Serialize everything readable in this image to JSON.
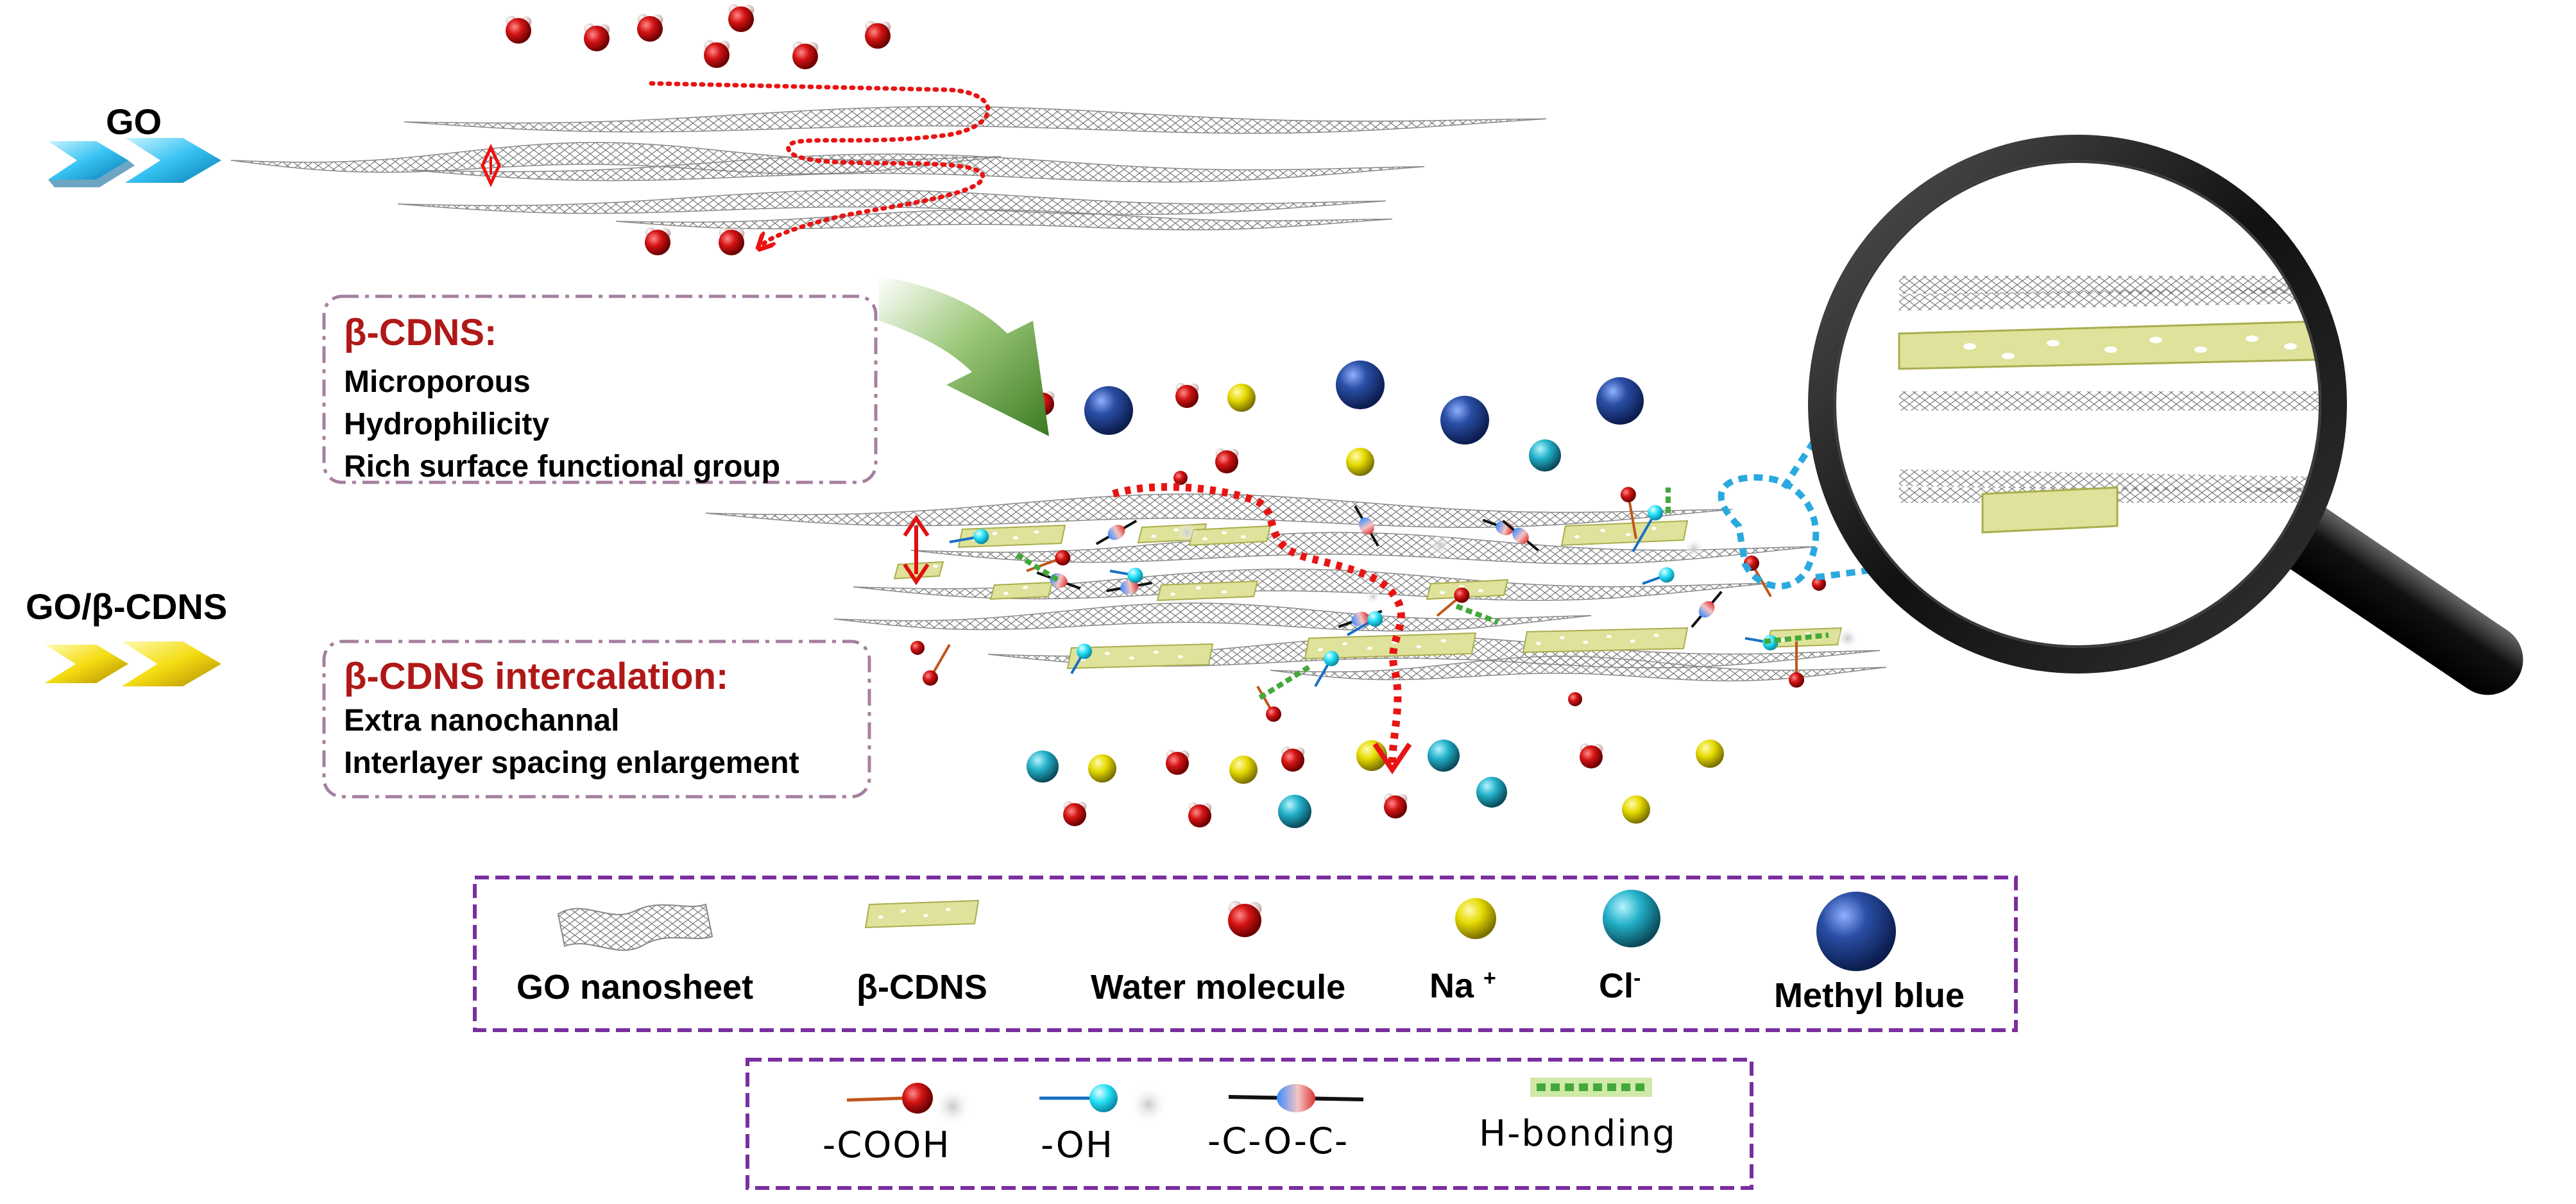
{
  "colors": {
    "accent_red": "#b01818",
    "legend_border": "#7a2fa0",
    "box_border": "#a57fa0",
    "leaf_green": "#6a9a3a",
    "channel_blue": "#2aa9de",
    "cdns_fill": "#dfe29a",
    "methyl_blue": "#1f3f8f",
    "na_yellow": "#e8de10",
    "cl_cyan": "#22b0c8",
    "water_red": "#cc1111",
    "hbond_green": "#4aa83e"
  },
  "icons": {
    "go_arrow": "chevron-arrow-blue",
    "cdns_arrow": "chevron-arrow-yellow",
    "curved_arrow": "curved-green-arrow",
    "magnifier": "magnifying-glass-icon"
  },
  "labels": {
    "go": "GO",
    "go_cdns": "GO/β-CDNS"
  },
  "box1": {
    "title": "β-CDNS:",
    "items": [
      "Microporous",
      "Hydrophilicity",
      "Rich surface functional group"
    ]
  },
  "box2": {
    "title": "β-CDNS intercalation:",
    "items": [
      "Extra nanochannal",
      "Interlayer spacing enlargement"
    ]
  },
  "legend": {
    "go_nanosheet": "GO nanosheet",
    "cdns": "β-CDNS",
    "water": "Water molecule",
    "na": "Na",
    "na_sup": "+",
    "cl": "Cl",
    "cl_sup": "-",
    "methyl": "Methyl blue"
  },
  "groups": {
    "cooh": "-COOH",
    "oh": "-OH",
    "coc": "-C-O-C-",
    "hbond": "H-bonding"
  }
}
